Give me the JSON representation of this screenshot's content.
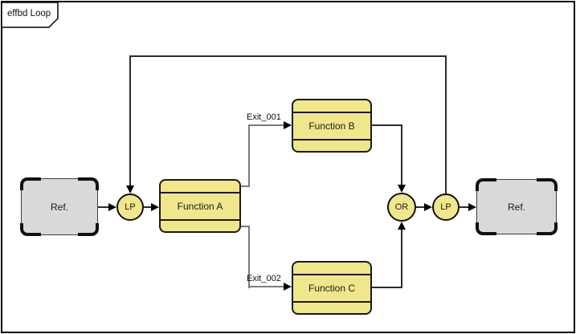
{
  "diagram": {
    "tab_label": "effbd Loop",
    "nodes": {
      "ref_left": {
        "label": "Ref.",
        "type": "reference"
      },
      "lp_left": {
        "label": "LP",
        "type": "loop"
      },
      "function_a": {
        "label": "Function A",
        "type": "function"
      },
      "function_b": {
        "label": "Function B",
        "type": "function"
      },
      "function_c": {
        "label": "Function C",
        "type": "function"
      },
      "or_join": {
        "label": "OR",
        "type": "or"
      },
      "lp_right": {
        "label": "LP",
        "type": "loop"
      },
      "ref_right": {
        "label": "Ref.",
        "type": "reference"
      }
    },
    "edge_labels": {
      "exit_001": "Exit_001",
      "exit_002": "Exit_002"
    },
    "colors": {
      "function_fill": "#f0e68c",
      "node_border": "#1a1a1a",
      "ref_fill": "#d9d9d9",
      "main_connector": "#2b2b2b",
      "branch_connector": "#7a7a7a",
      "frame_border": "#000000",
      "background": "#ffffff"
    }
  }
}
